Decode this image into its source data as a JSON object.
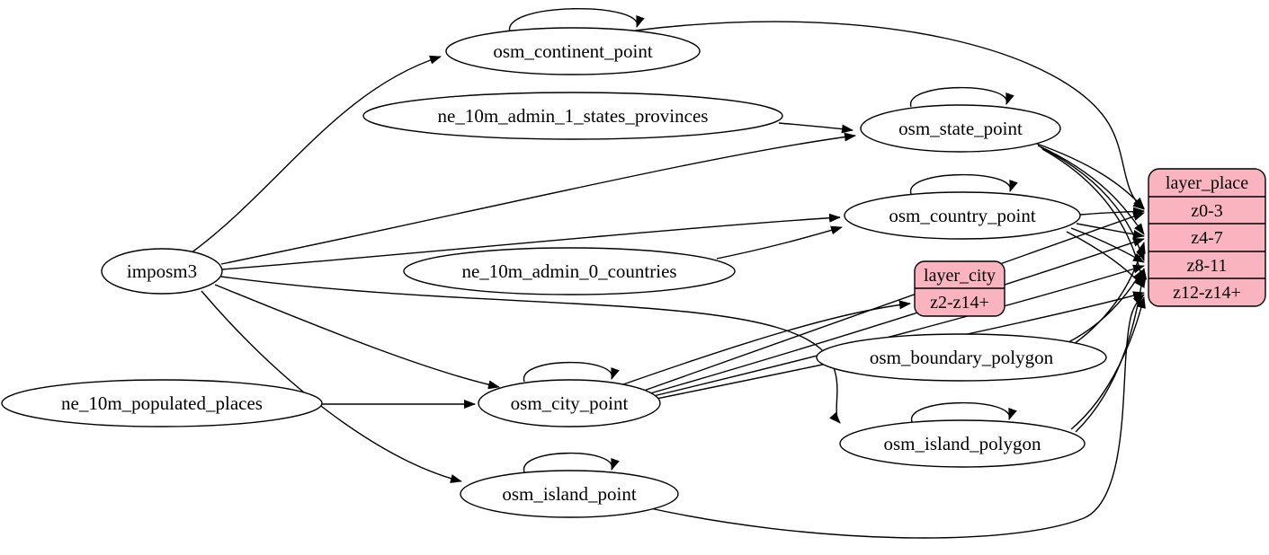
{
  "diagram": {
    "colors": {
      "background": "#ffffff",
      "node_fill": "#ffffff",
      "record_fill": "#fab4bf",
      "stroke": "#000000"
    },
    "nodes": {
      "imposm3": {
        "label": "imposm3"
      },
      "osm_continent_point": {
        "label": "osm_continent_point"
      },
      "ne_10m_admin_1_states_provinces": {
        "label": "ne_10m_admin_1_states_provinces"
      },
      "osm_state_point": {
        "label": "osm_state_point"
      },
      "osm_country_point": {
        "label": "osm_country_point"
      },
      "ne_10m_admin_0_countries": {
        "label": "ne_10m_admin_0_countries"
      },
      "osm_boundary_polygon": {
        "label": "osm_boundary_polygon"
      },
      "osm_city_point": {
        "label": "osm_city_point"
      },
      "osm_island_polygon": {
        "label": "osm_island_polygon"
      },
      "ne_10m_populated_places": {
        "label": "ne_10m_populated_places"
      },
      "osm_island_point": {
        "label": "osm_island_point"
      },
      "layer_city": {
        "title": "layer_city",
        "rows": [
          "z2-z14+"
        ]
      },
      "layer_place": {
        "title": "layer_place",
        "rows": [
          "z0-3",
          "z4-7",
          "z8-11",
          "z12-z14+"
        ]
      }
    },
    "edges": [
      {
        "from": "imposm3",
        "to": "osm_continent_point"
      },
      {
        "from": "imposm3",
        "to": "osm_state_point"
      },
      {
        "from": "imposm3",
        "to": "osm_country_point"
      },
      {
        "from": "imposm3",
        "to": "osm_island_polygon"
      },
      {
        "from": "imposm3",
        "to": "osm_city_point"
      },
      {
        "from": "imposm3",
        "to": "osm_island_point"
      },
      {
        "from": "ne_10m_admin_1_states_provinces",
        "to": "osm_state_point"
      },
      {
        "from": "ne_10m_admin_0_countries",
        "to": "osm_country_point"
      },
      {
        "from": "ne_10m_populated_places",
        "to": "osm_city_point"
      },
      {
        "from": "osm_continent_point",
        "to": "osm_continent_point"
      },
      {
        "from": "osm_state_point",
        "to": "osm_state_point"
      },
      {
        "from": "osm_country_point",
        "to": "osm_country_point"
      },
      {
        "from": "osm_city_point",
        "to": "osm_city_point"
      },
      {
        "from": "osm_island_point",
        "to": "osm_island_point"
      },
      {
        "from": "osm_island_polygon",
        "to": "osm_island_polygon"
      },
      {
        "from": "osm_continent_point",
        "to": "layer_place.z0-3"
      },
      {
        "from": "osm_state_point",
        "to": "layer_place.z0-3"
      },
      {
        "from": "osm_state_point",
        "to": "layer_place.z4-7"
      },
      {
        "from": "osm_state_point",
        "to": "layer_place.z8-11"
      },
      {
        "from": "osm_state_point",
        "to": "layer_place.z12-z14+"
      },
      {
        "from": "osm_country_point",
        "to": "layer_place.z0-3"
      },
      {
        "from": "osm_country_point",
        "to": "layer_place.z4-7"
      },
      {
        "from": "osm_country_point",
        "to": "layer_place.z8-11"
      },
      {
        "from": "osm_country_point",
        "to": "layer_place.z12-z14+"
      },
      {
        "from": "osm_city_point",
        "to": "layer_city.z2-z14+"
      },
      {
        "from": "osm_city_point",
        "to": "layer_place.z0-3"
      },
      {
        "from": "osm_city_point",
        "to": "layer_place.z4-7"
      },
      {
        "from": "osm_city_point",
        "to": "layer_place.z8-11"
      },
      {
        "from": "osm_city_point",
        "to": "layer_place.z12-z14+"
      },
      {
        "from": "osm_island_point",
        "to": "layer_place.z12-z14+"
      },
      {
        "from": "osm_island_polygon",
        "to": "layer_place.z8-11"
      },
      {
        "from": "osm_island_polygon",
        "to": "layer_place.z12-z14+"
      },
      {
        "from": "osm_boundary_polygon",
        "to": "layer_place.z4-7"
      },
      {
        "from": "osm_boundary_polygon",
        "to": "layer_place.z8-11"
      }
    ]
  }
}
